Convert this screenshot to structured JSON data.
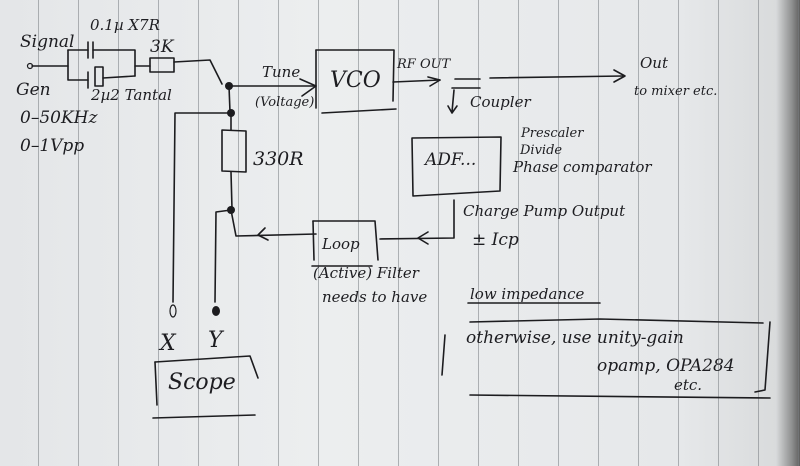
{
  "diagram": {
    "source": {
      "label_line1": "Signal",
      "label_line2": "Gen",
      "freq_range": "0–50KHz",
      "amplitude": "0–1Vpp"
    },
    "coupling": {
      "cap_ceramic": "0.1µ X7R",
      "cap_tantalum": "2µ2 Tantal",
      "resistor": "3K"
    },
    "vco": {
      "label": "VCO",
      "input_label_line1": "Tune",
      "input_label_line2": "(Voltage)",
      "output_label": "RF OUT"
    },
    "output": {
      "label_line1": "Out",
      "label_line2": "to mixer etc."
    },
    "coupler": {
      "label": "Coupler"
    },
    "pll_chip": {
      "label": "ADF...",
      "functions": [
        "Prescaler",
        "Divide",
        "Phase comparator"
      ]
    },
    "charge_pump": {
      "label": "Charge Pump Output",
      "current": "± Icp"
    },
    "sense_resistor": {
      "label": "330R"
    },
    "loop_filter": {
      "label": "Loop",
      "caption": "(Active) Filter",
      "note_prefix": "needs to have",
      "note_emphasis": "low impedance"
    },
    "remark": {
      "line1": "otherwise, use unity-gain",
      "line2": "opamp, OPA284",
      "line3": "etc."
    },
    "scope": {
      "label": "Scope",
      "channel_x": "X",
      "channel_y": "Y"
    }
  }
}
